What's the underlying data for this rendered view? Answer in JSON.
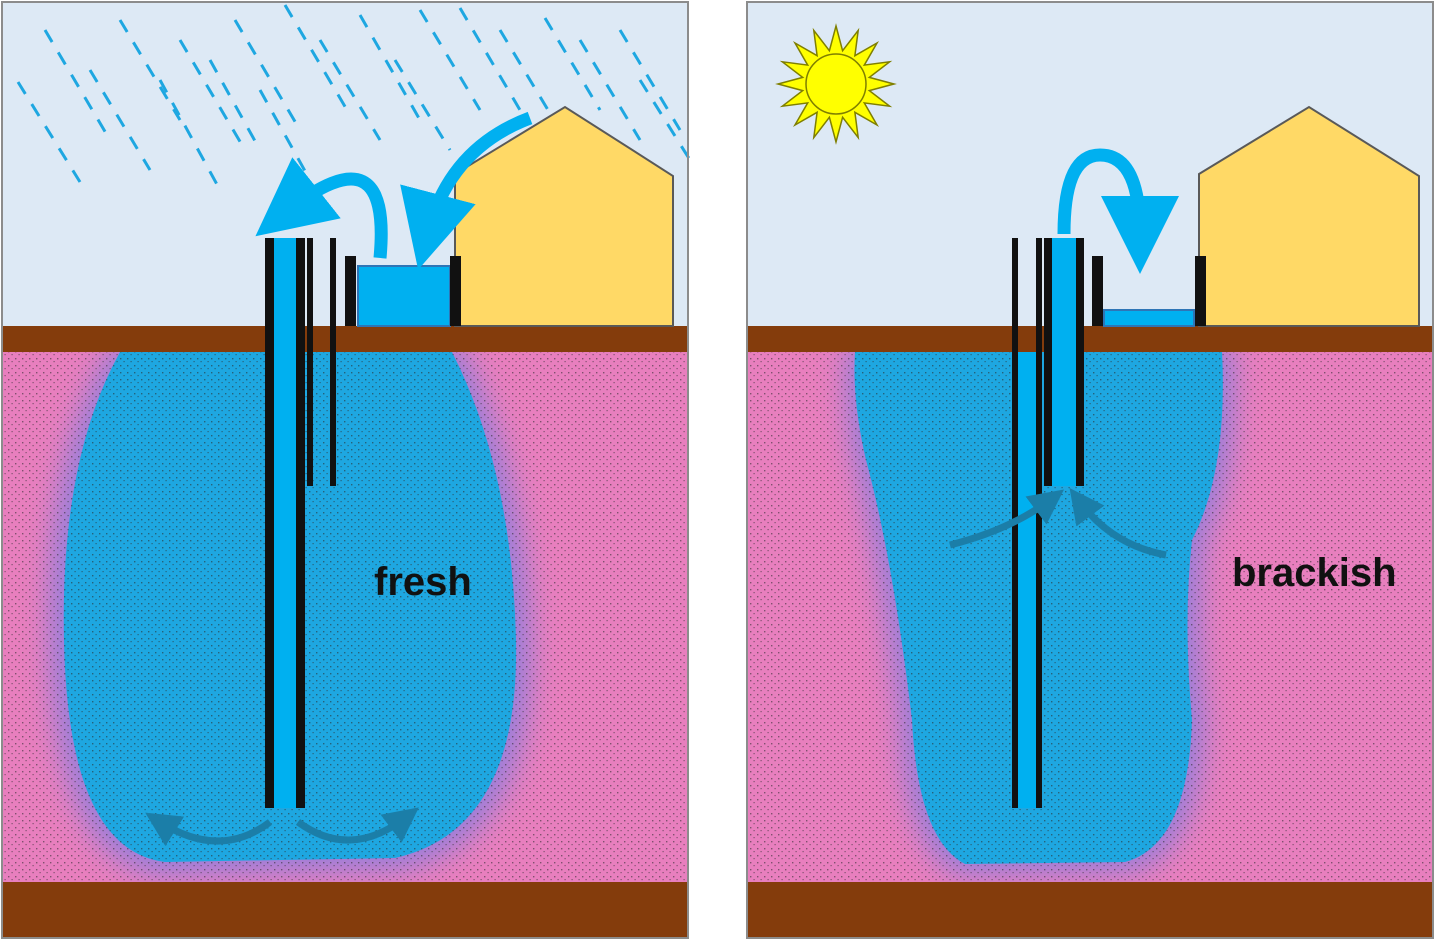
{
  "panels": {
    "left": {
      "scenario": "rain",
      "label": "fresh"
    },
    "right": {
      "scenario": "sun",
      "label": "brackish"
    }
  },
  "colors": {
    "sky": "#dde9f5",
    "soil": "#843c0c",
    "saltwater_aquifer": "#e87fbe",
    "freshwater": "#1ea7e1",
    "pipe": "#00b0f0",
    "house": "#ffd966",
    "sun": "#ffff00",
    "flow_arrow": "#1b7ea8"
  },
  "icons": [
    "rain-drops",
    "sun-icon",
    "house-icon",
    "well-pipe",
    "storage-basin",
    "flow-arrow"
  ]
}
